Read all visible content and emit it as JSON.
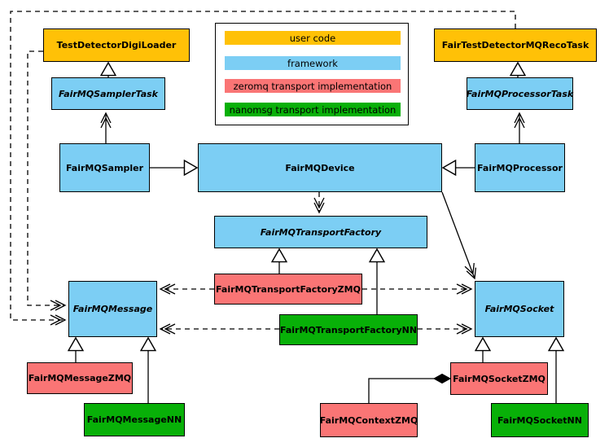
{
  "colors": {
    "user-code": "#FFC107",
    "framework": "#7CCEF4",
    "zeromq": "#FA7575",
    "nanomsg": "#08B008",
    "line": "#000000"
  },
  "legend": {
    "items": [
      {
        "label": "user code",
        "category": "user-code"
      },
      {
        "label": "framework",
        "category": "framework"
      },
      {
        "label": "zeromq transport implementation",
        "category": "zeromq"
      },
      {
        "label": "nanomsg transport implementation",
        "category": "nanomsg"
      }
    ]
  },
  "nodes": {
    "digi_loader": {
      "label": "TestDetectorDigiLoader",
      "category": "user-code",
      "abstract": false
    },
    "reco_task": {
      "label": "FairTestDetectorMQRecoTask",
      "category": "user-code",
      "abstract": false
    },
    "sampler_task": {
      "label": "FairMQSamplerTask",
      "category": "framework",
      "abstract": true
    },
    "processor_task": {
      "label": "FairMQProcessorTask",
      "category": "framework",
      "abstract": true
    },
    "sampler": {
      "label": "FairMQSampler",
      "category": "framework",
      "abstract": false
    },
    "device": {
      "label": "FairMQDevice",
      "category": "framework",
      "abstract": false
    },
    "processor": {
      "label": "FairMQProcessor",
      "category": "framework",
      "abstract": false
    },
    "transport_factory": {
      "label": "FairMQTransportFactory",
      "category": "framework",
      "abstract": true
    },
    "tf_zmq": {
      "label": "FairMQTransportFactoryZMQ",
      "category": "zeromq",
      "abstract": false
    },
    "tf_nn": {
      "label": "FairMQTransportFactoryNN",
      "category": "nanomsg",
      "abstract": false
    },
    "message": {
      "label": "FairMQMessage",
      "category": "framework",
      "abstract": true
    },
    "socket": {
      "label": "FairMQSocket",
      "category": "framework",
      "abstract": true
    },
    "msg_zmq": {
      "label": "FairMQMessageZMQ",
      "category": "zeromq",
      "abstract": false
    },
    "msg_nn": {
      "label": "FairMQMessageNN",
      "category": "nanomsg",
      "abstract": false
    },
    "ctx_zmq": {
      "label": "FairMQContextZMQ",
      "category": "zeromq",
      "abstract": false
    },
    "sock_zmq": {
      "label": "FairMQSocketZMQ",
      "category": "zeromq",
      "abstract": false
    },
    "sock_nn": {
      "label": "FairMQSocketNN",
      "category": "nanomsg",
      "abstract": false
    }
  },
  "relationships": [
    {
      "from": "FairMQSamplerTask",
      "to": "TestDetectorDigiLoader",
      "type": "inheritance"
    },
    {
      "from": "FairMQSampler",
      "to": "FairMQSamplerTask",
      "type": "open-arrow"
    },
    {
      "from": "FairMQSampler",
      "to": "FairMQDevice",
      "type": "inheritance"
    },
    {
      "from": "FairMQProcessor",
      "to": "FairMQDevice",
      "type": "inheritance"
    },
    {
      "from": "FairMQProcessor",
      "to": "FairMQProcessorTask",
      "type": "open-arrow"
    },
    {
      "from": "FairMQProcessorTask",
      "to": "FairTestDetectorMQRecoTask",
      "type": "inheritance"
    },
    {
      "from": "FairMQDevice",
      "to": "FairMQTransportFactory",
      "type": "dashed-arrow"
    },
    {
      "from": "FairMQDevice",
      "to": "FairMQSocket",
      "type": "open-arrow"
    },
    {
      "from": "TestDetectorDigiLoader",
      "to": "FairMQMessage",
      "type": "dashed-arrow"
    },
    {
      "from": "FairTestDetectorMQRecoTask",
      "to": "FairMQMessage",
      "type": "dashed-arrow"
    },
    {
      "from": "FairMQTransportFactoryZMQ",
      "to": "FairMQTransportFactory",
      "type": "inheritance"
    },
    {
      "from": "FairMQTransportFactoryNN",
      "to": "FairMQTransportFactory",
      "type": "inheritance"
    },
    {
      "from": "FairMQTransportFactoryZMQ",
      "to": "FairMQMessage",
      "type": "dashed-arrow"
    },
    {
      "from": "FairMQTransportFactoryZMQ",
      "to": "FairMQSocket",
      "type": "dashed-arrow"
    },
    {
      "from": "FairMQTransportFactoryNN",
      "to": "FairMQMessage",
      "type": "dashed-arrow"
    },
    {
      "from": "FairMQTransportFactoryNN",
      "to": "FairMQSocket",
      "type": "dashed-arrow"
    },
    {
      "from": "FairMQMessageZMQ",
      "to": "FairMQMessage",
      "type": "inheritance"
    },
    {
      "from": "FairMQMessageNN",
      "to": "FairMQMessage",
      "type": "inheritance"
    },
    {
      "from": "FairMQSocketZMQ",
      "to": "FairMQSocket",
      "type": "inheritance"
    },
    {
      "from": "FairMQSocketNN",
      "to": "FairMQSocket",
      "type": "inheritance"
    },
    {
      "from": "FairMQContextZMQ",
      "to": "FairMQSocketZMQ",
      "type": "composition"
    }
  ]
}
